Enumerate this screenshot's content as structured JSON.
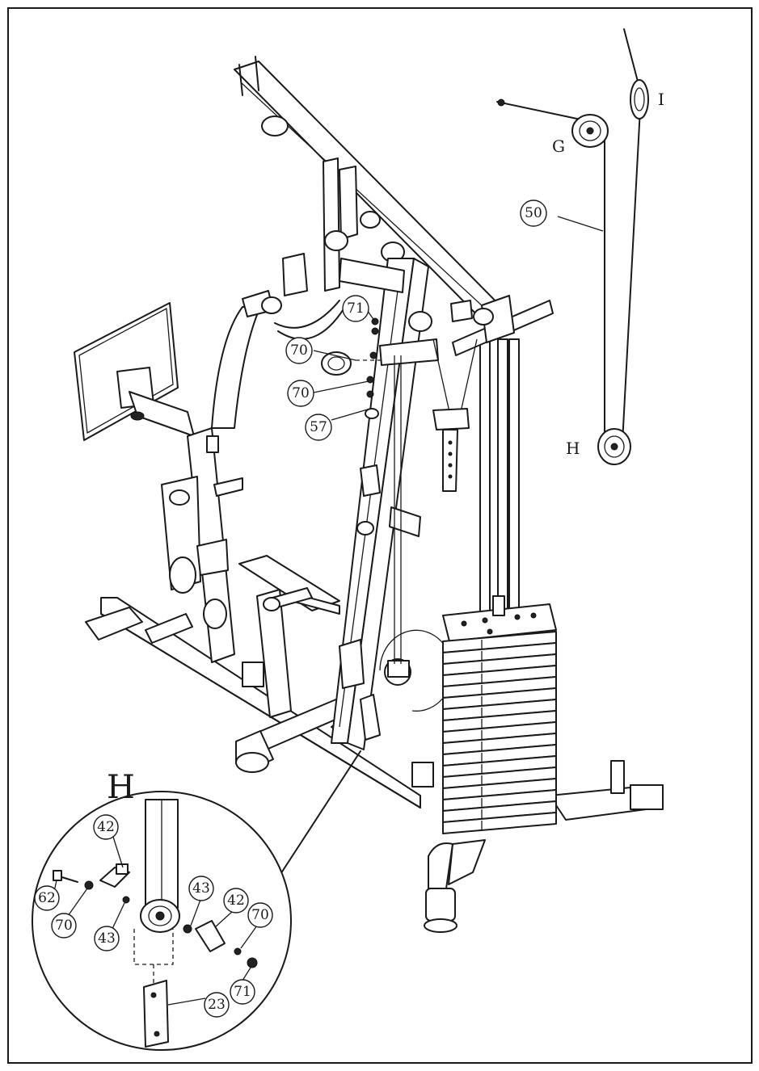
{
  "figure_letters": {
    "I": "I",
    "G": "G",
    "H_cable": "H",
    "H_detail": "H"
  },
  "callouts": {
    "c50": "50",
    "c71_top": "71",
    "c70_a": "70",
    "c70_b": "70",
    "c57": "57",
    "c42_left": "42",
    "c62": "62",
    "c70_left": "70",
    "c43_left": "43",
    "c43_right": "43",
    "c42_right": "42",
    "c70_right": "70",
    "c71_right": "71",
    "c23": "23"
  }
}
